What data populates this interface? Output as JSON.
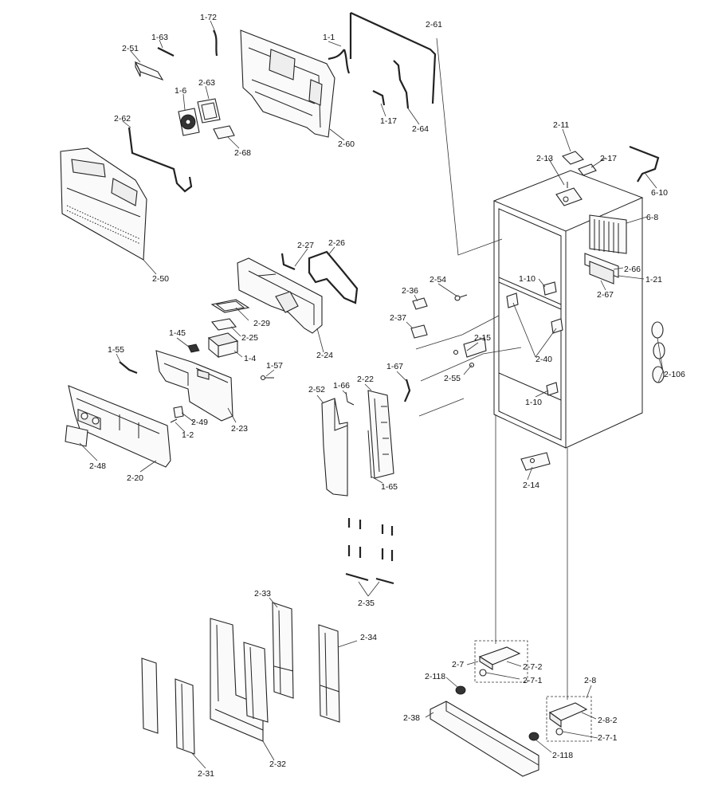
{
  "callouts": [
    {
      "id": "c-1-72",
      "text": "1-72"
    },
    {
      "id": "c-1-63",
      "text": "1-63"
    },
    {
      "id": "c-2-51",
      "text": "2-51"
    },
    {
      "id": "c-1-1",
      "text": "1-1"
    },
    {
      "id": "c-2-61",
      "text": "2-61"
    },
    {
      "id": "c-1-6",
      "text": "1-6"
    },
    {
      "id": "c-2-63",
      "text": "2-63"
    },
    {
      "id": "c-1-17",
      "text": "1-17"
    },
    {
      "id": "c-2-64",
      "text": "2-64"
    },
    {
      "id": "c-2-62",
      "text": "2-62"
    },
    {
      "id": "c-2-68",
      "text": "2-68"
    },
    {
      "id": "c-2-60",
      "text": "2-60"
    },
    {
      "id": "c-2-11",
      "text": "2-11"
    },
    {
      "id": "c-2-13",
      "text": "2-13"
    },
    {
      "id": "c-2-17",
      "text": "2-17"
    },
    {
      "id": "c-6-10",
      "text": "6-10"
    },
    {
      "id": "c-6-8",
      "text": "6-8"
    },
    {
      "id": "c-2-50",
      "text": "2-50"
    },
    {
      "id": "c-2-27",
      "text": "2-27"
    },
    {
      "id": "c-2-26",
      "text": "2-26"
    },
    {
      "id": "c-2-66",
      "text": "2-66"
    },
    {
      "id": "c-1-21",
      "text": "1-21"
    },
    {
      "id": "c-2-54",
      "text": "2-54"
    },
    {
      "id": "c-1-10a",
      "text": "1-10"
    },
    {
      "id": "c-2-67",
      "text": "2-67"
    },
    {
      "id": "c-2-36",
      "text": "2-36"
    },
    {
      "id": "c-2-37",
      "text": "2-37"
    },
    {
      "id": "c-2-29",
      "text": "2-29"
    },
    {
      "id": "c-2-25",
      "text": "2-25"
    },
    {
      "id": "c-1-45",
      "text": "1-45"
    },
    {
      "id": "c-1-4",
      "text": "1-4"
    },
    {
      "id": "c-2-24",
      "text": "2-24"
    },
    {
      "id": "c-2-15",
      "text": "2-15"
    },
    {
      "id": "c-2-40",
      "text": "2-40"
    },
    {
      "id": "c-2-55",
      "text": "2-55"
    },
    {
      "id": "c-2-106",
      "text": "2-106"
    },
    {
      "id": "c-1-55",
      "text": "1-55"
    },
    {
      "id": "c-1-57",
      "text": "1-57"
    },
    {
      "id": "c-1-67",
      "text": "1-67"
    },
    {
      "id": "c-2-22",
      "text": "2-22"
    },
    {
      "id": "c-1-66",
      "text": "1-66"
    },
    {
      "id": "c-2-52",
      "text": "2-52"
    },
    {
      "id": "c-1-10b",
      "text": "1-10"
    },
    {
      "id": "c-2-49",
      "text": "2-49"
    },
    {
      "id": "c-2-23",
      "text": "2-23"
    },
    {
      "id": "c-1-2",
      "text": "1-2"
    },
    {
      "id": "c-2-48",
      "text": "2-48"
    },
    {
      "id": "c-2-20",
      "text": "2-20"
    },
    {
      "id": "c-1-65",
      "text": "1-65"
    },
    {
      "id": "c-2-14",
      "text": "2-14"
    },
    {
      "id": "c-2-35",
      "text": "2-35"
    },
    {
      "id": "c-2-33",
      "text": "2-33"
    },
    {
      "id": "c-2-34",
      "text": "2-34"
    },
    {
      "id": "c-2-7",
      "text": "2-7"
    },
    {
      "id": "c-2-7-2",
      "text": "2-7-2"
    },
    {
      "id": "c-2-118a",
      "text": "2-118"
    },
    {
      "id": "c-2-7-1a",
      "text": "2-7-1"
    },
    {
      "id": "c-2-8",
      "text": "2-8"
    },
    {
      "id": "c-2-38",
      "text": "2-38"
    },
    {
      "id": "c-2-8-2",
      "text": "2-8-2"
    },
    {
      "id": "c-2-7-1b",
      "text": "2-7-1"
    },
    {
      "id": "c-2-118b",
      "text": "2-118"
    },
    {
      "id": "c-2-31",
      "text": "2-31"
    },
    {
      "id": "c-2-32",
      "text": "2-32"
    }
  ]
}
